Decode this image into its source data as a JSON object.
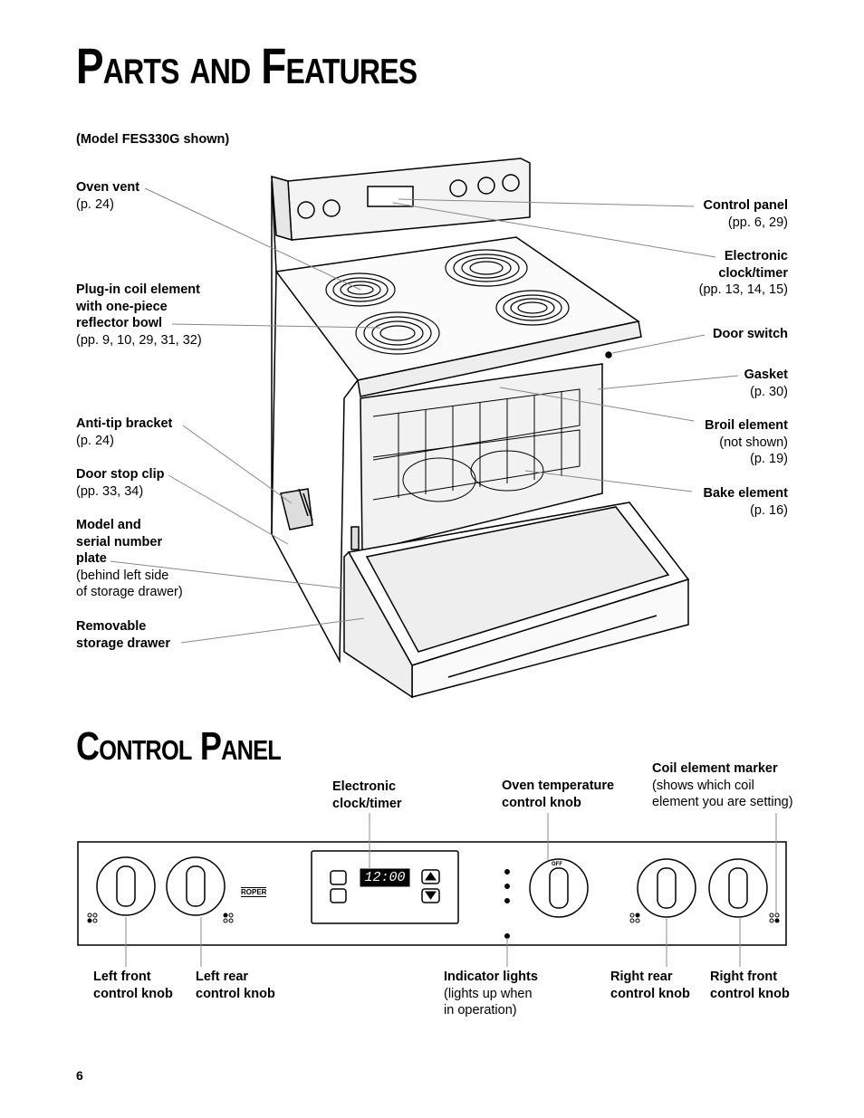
{
  "page": {
    "title": "Parts and Features",
    "subtitle": "Control Panel",
    "model_note": "(Model FES330G shown)",
    "page_number": "6"
  },
  "range_labels": {
    "oven_vent": {
      "name": "Oven vent",
      "ref": "(p. 24)"
    },
    "coil_element": {
      "name1": "Plug-in coil element",
      "name2": "with one-piece",
      "name3": "reflector bowl",
      "ref": "(pp. 9, 10, 29, 31, 32)"
    },
    "anti_tip": {
      "name": "Anti-tip bracket",
      "ref": "(p. 24)"
    },
    "door_stop": {
      "name": "Door stop clip",
      "ref": "(pp. 33, 34)"
    },
    "model_plate": {
      "name1": "Model and",
      "name2": "serial number",
      "name3": "plate",
      "ref1": "(behind left side",
      "ref2": "of storage drawer)"
    },
    "storage_drawer": {
      "name1": "Removable",
      "name2": "storage drawer"
    },
    "control_panel": {
      "name": "Control panel",
      "ref": "(pp. 6, 29)"
    },
    "clock_timer": {
      "name1": "Electronic",
      "name2": "clock/timer",
      "ref": "(pp. 13, 14, 15)"
    },
    "door_switch": {
      "name": "Door switch"
    },
    "gasket": {
      "name": "Gasket",
      "ref": "(p. 30)"
    },
    "broil": {
      "name": "Broil element",
      "ref1": "(not shown)",
      "ref2": "(p. 19)"
    },
    "bake": {
      "name": "Bake element",
      "ref": "(p. 16)"
    }
  },
  "panel_labels": {
    "clock_timer": {
      "name1": "Electronic",
      "name2": "clock/timer"
    },
    "oven_temp": {
      "name1": "Oven temperature",
      "name2": "control knob"
    },
    "coil_marker": {
      "name": "Coil element marker",
      "desc1": "(shows which coil",
      "desc2": "element you are setting)"
    },
    "left_front": {
      "name1": "Left front",
      "name2": "control knob"
    },
    "left_rear": {
      "name1": "Left rear",
      "name2": "control knob"
    },
    "indicator": {
      "name": "Indicator lights",
      "desc1": "(lights up when",
      "desc2": "in operation)"
    },
    "right_rear": {
      "name1": "Right rear",
      "name2": "control knob"
    },
    "right_front": {
      "name1": "Right front",
      "name2": "control knob"
    }
  },
  "panel_display": {
    "clock": "12:00",
    "brand": "ROPER",
    "off_label": "OFF"
  }
}
